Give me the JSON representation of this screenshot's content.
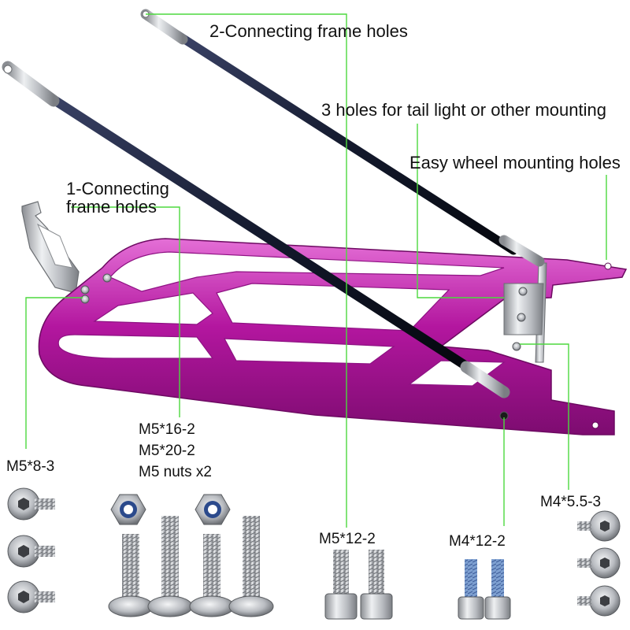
{
  "colors": {
    "frame": "#b3169f",
    "frame_highlight": "#e46fd6",
    "frame_shadow": "#7d0c70",
    "rod": "#141a2e",
    "leader": "#4dd93e",
    "steel": "#c7c9cc"
  },
  "labels": {
    "connecting_holes_2": "2-Connecting frame holes",
    "tail_light_holes": "3 holes for tail light or other mounting",
    "wheel_mounting_holes": "Easy wheel mounting holes",
    "connecting_holes_1_line1": "1-Connecting",
    "connecting_holes_1_line2": "frame holes"
  },
  "hardware": {
    "m5_8_3": "M5*8-3",
    "m5_16_2": "M5*16-2",
    "m5_20_2": "M5*20-2",
    "m5_nuts": "M5 nuts x2",
    "m5_12_2": "M5*12-2",
    "m4_12_2": "M4*12-2",
    "m4_5_5_3": "M4*5.5-3"
  }
}
